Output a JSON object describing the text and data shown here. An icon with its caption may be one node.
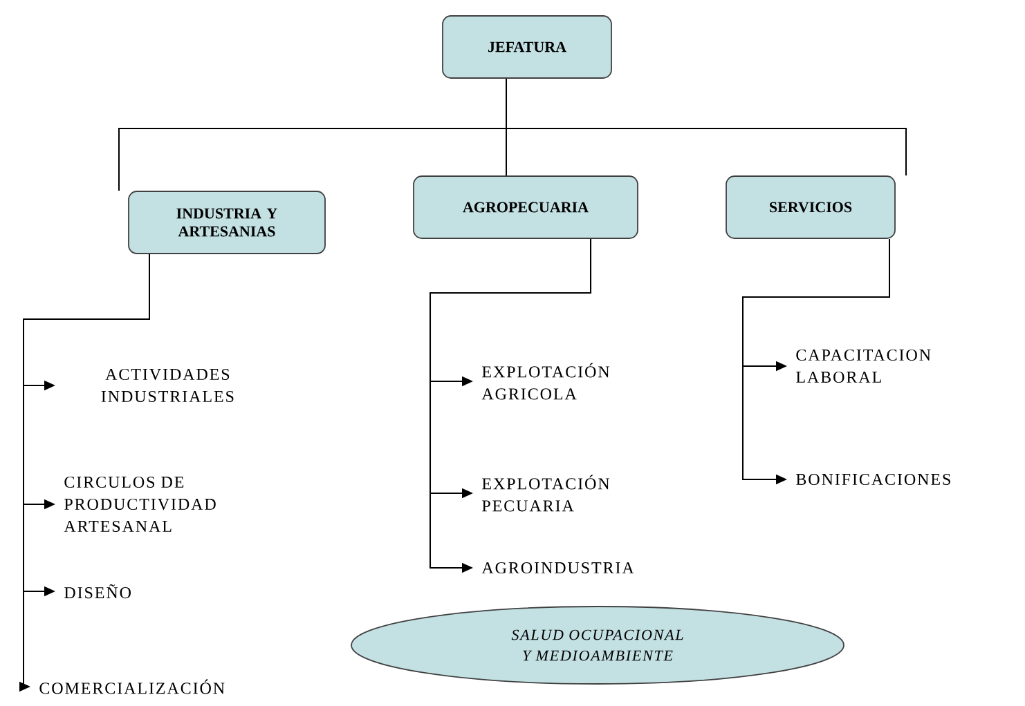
{
  "diagram": {
    "nodes": [
      {
        "text": [
          "JEFATURA"
        ]
      },
      {
        "text": [
          "INDUSTRIA Y ARTESANIAS"
        ]
      },
      {
        "text": [
          "AGROPECUARIA"
        ]
      },
      {
        "text": [
          "SERVICIOS"
        ]
      },
      {
        "text": [
          "ACTIVIDADES INDUSTRIALES"
        ]
      },
      {
        "text": [
          "CIRCULOS DE PRODUCTIVIDAD ARTESANAL"
        ]
      },
      {
        "text": [
          "DISEÑO"
        ]
      },
      {
        "text": [
          "COMERCIALIZACIÓN"
        ]
      },
      {
        "text": [
          "EXPLOTACIÓN AGRICOLA"
        ]
      },
      {
        "text": [
          "EXPLOTACIÓN PECUARIA"
        ]
      },
      {
        "text": [
          "AGROINDUSTRIA"
        ]
      },
      {
        "text": [
          "CAPACITACION LABORAL"
        ]
      },
      {
        "text": [
          "BONIFICACIONES"
        ]
      },
      {
        "text": [
          "SALUD OCUPACIONAL Y MEDIOAMBIENTE"
        ]
      }
    ],
    "edges": [
      {
        "from": 0,
        "to": 1,
        "arrow": "none"
      },
      {
        "from": 0,
        "to": 2,
        "arrow": "none"
      },
      {
        "from": 0,
        "to": 3,
        "arrow": "none"
      },
      {
        "from": 1,
        "to": 4,
        "arrow": "to"
      },
      {
        "from": 1,
        "to": 5,
        "arrow": "to"
      },
      {
        "from": 1,
        "to": 6,
        "arrow": "to"
      },
      {
        "from": 1,
        "to": 7,
        "arrow": "to"
      },
      {
        "from": 2,
        "to": 8,
        "arrow": "to"
      },
      {
        "from": 2,
        "to": 9,
        "arrow": "to"
      },
      {
        "from": 2,
        "to": 10,
        "arrow": "to"
      },
      {
        "from": 3,
        "to": 11,
        "arrow": "to"
      },
      {
        "from": 3,
        "to": 12,
        "arrow": "to"
      }
    ]
  }
}
